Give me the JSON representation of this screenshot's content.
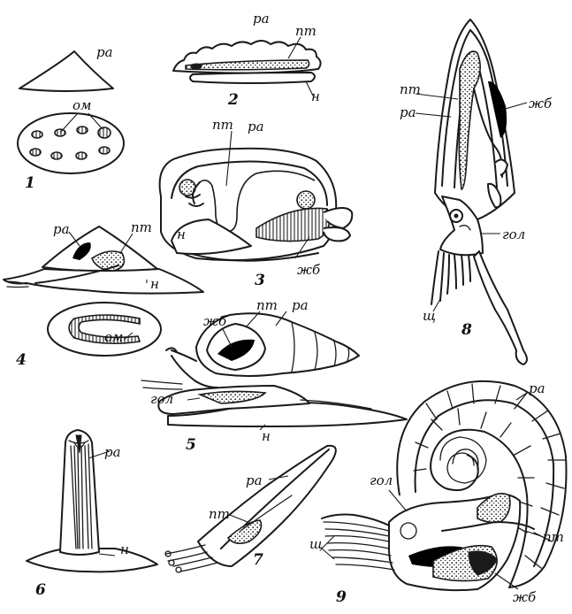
{
  "labels": {
    "shell": "ра",
    "mantle_pt": "пт",
    "muscle_om": "ом",
    "foot": "н",
    "gill": "жб",
    "head": "гол",
    "tentacles": "щ"
  },
  "figure_numbers": [
    "1",
    "2",
    "3",
    "4",
    "5",
    "6",
    "7",
    "8",
    "9"
  ]
}
